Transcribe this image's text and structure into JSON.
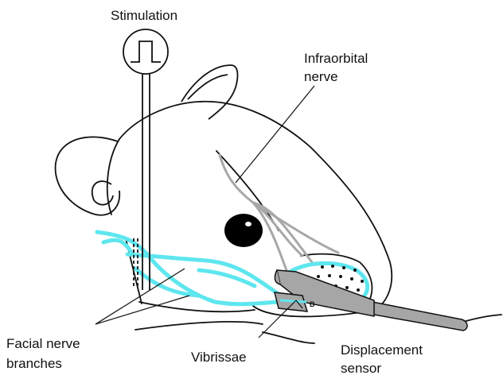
{
  "labels": {
    "stimulation": "Stimulation",
    "infraorbital_line1": "Infraorbital",
    "infraorbital_line2": "nerve",
    "facial_line1": "Facial nerve",
    "facial_line2": "branches",
    "vibrissae": "Vibrissae",
    "displacement_line1": "Displacement",
    "displacement_line2": "sensor",
    "sensor_marker": "B"
  },
  "colors": {
    "outline": "#111111",
    "facial_nerve": "#5ee6ee",
    "infraorbital_nerve": "#a8a8a8",
    "sensor_body": "#a6a6a6",
    "eye": "#000000"
  },
  "icons": {
    "stimulation": "square-pulse-icon"
  }
}
